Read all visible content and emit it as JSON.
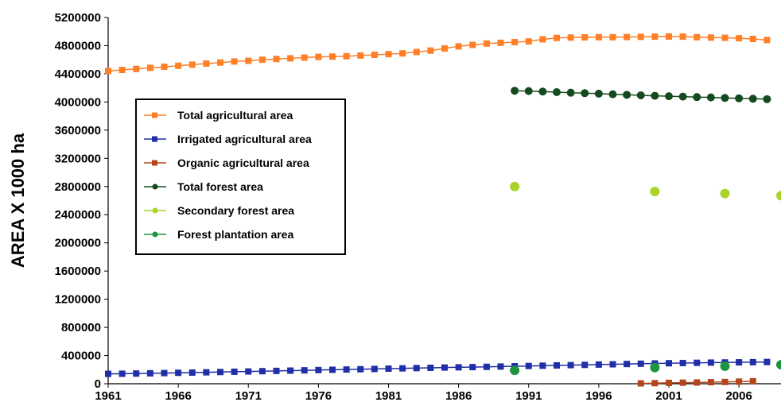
{
  "chart_data": {
    "type": "line",
    "title": "",
    "xlabel": "",
    "ylabel": "AREA X 1000 ha",
    "xlim": [
      1961,
      2009
    ],
    "ylim": [
      0,
      5200000
    ],
    "x_ticks": [
      1961,
      1966,
      1971,
      1976,
      1981,
      1986,
      1991,
      1996,
      2001,
      2006
    ],
    "y_ticks": [
      0,
      400000,
      800000,
      1200000,
      1600000,
      2000000,
      2400000,
      2800000,
      3200000,
      3600000,
      4000000,
      4400000,
      4800000,
      5200000
    ],
    "grid": false,
    "legend_position": "left-middle",
    "series": [
      {
        "name": "Total agricultural area",
        "color": "#FF7F27",
        "marker": "square",
        "line": true,
        "x": [
          1961,
          1962,
          1963,
          1964,
          1965,
          1966,
          1967,
          1968,
          1969,
          1970,
          1971,
          1972,
          1973,
          1974,
          1975,
          1976,
          1977,
          1978,
          1979,
          1980,
          1981,
          1982,
          1983,
          1984,
          1985,
          1986,
          1987,
          1988,
          1989,
          1990,
          1991,
          1992,
          1993,
          1994,
          1995,
          1996,
          1997,
          1998,
          1999,
          2000,
          2001,
          2002,
          2003,
          2004,
          2005,
          2006,
          2007,
          2008
        ],
        "y": [
          4440000,
          4455000,
          4470000,
          4485000,
          4500000,
          4515000,
          4530000,
          4545000,
          4560000,
          4575000,
          4585000,
          4600000,
          4610000,
          4620000,
          4630000,
          4640000,
          4645000,
          4650000,
          4660000,
          4670000,
          4680000,
          4690000,
          4710000,
          4730000,
          4760000,
          4790000,
          4810000,
          4830000,
          4840000,
          4850000,
          4860000,
          4890000,
          4910000,
          4915000,
          4918000,
          4920000,
          4920000,
          4922000,
          4925000,
          4928000,
          4930000,
          4928000,
          4920000,
          4915000,
          4912000,
          4905000,
          4895000,
          4880000
        ]
      },
      {
        "name": "Irrigated agricultural area",
        "color": "#1F2FA8",
        "marker": "square",
        "line": true,
        "x": [
          1961,
          1962,
          1963,
          1964,
          1965,
          1966,
          1967,
          1968,
          1969,
          1970,
          1971,
          1972,
          1973,
          1974,
          1975,
          1976,
          1977,
          1978,
          1979,
          1980,
          1981,
          1982,
          1983,
          1984,
          1985,
          1986,
          1987,
          1988,
          1989,
          1990,
          1991,
          1992,
          1993,
          1994,
          1995,
          1996,
          1997,
          1998,
          1999,
          2000,
          2001,
          2002,
          2003,
          2004,
          2005,
          2006,
          2007,
          2008
        ],
        "y": [
          140000,
          142000,
          145000,
          148000,
          151000,
          155000,
          158000,
          162000,
          166000,
          170000,
          174000,
          178000,
          182000,
          186000,
          190000,
          194000,
          198000,
          202000,
          206000,
          210000,
          214000,
          218000,
          222000,
          226000,
          230000,
          233000,
          236000,
          240000,
          244000,
          248000,
          252000,
          256000,
          260000,
          264000,
          268000,
          272000,
          276000,
          280000,
          284000,
          288000,
          291000,
          294000,
          297000,
          300000,
          302000,
          304000,
          306000,
          308000
        ]
      },
      {
        "name": "Organic agricultural area",
        "color": "#B5461C",
        "marker": "square",
        "line": true,
        "x": [
          1999,
          2000,
          2001,
          2002,
          2003,
          2004,
          2005,
          2006,
          2007
        ],
        "y": [
          5000,
          8000,
          12000,
          15000,
          18000,
          22000,
          25000,
          30000,
          35000
        ]
      },
      {
        "name": "Total forest area",
        "color": "#154A1E",
        "marker": "circle",
        "line": true,
        "x": [
          1990,
          1991,
          1992,
          1993,
          1994,
          1995,
          1996,
          1997,
          1998,
          1999,
          2000,
          2001,
          2002,
          2003,
          2004,
          2005,
          2006,
          2007,
          2008
        ],
        "y": [
          4160000,
          4155000,
          4148000,
          4140000,
          4132000,
          4125000,
          4118000,
          4110000,
          4102000,
          4095000,
          4088000,
          4082000,
          4076000,
          4070000,
          4065000,
          4058000,
          4052000,
          4046000,
          4040000
        ]
      },
      {
        "name": "Secondary forest area",
        "color": "#A8D42A",
        "marker": "circle",
        "line": false,
        "x": [
          1990,
          2000,
          2005,
          2009
        ],
        "y": [
          2800000,
          2730000,
          2700000,
          2670000
        ]
      },
      {
        "name": "Forest plantation area",
        "color": "#1E9340",
        "marker": "circle",
        "line": false,
        "x": [
          1990,
          2000,
          2005,
          2009
        ],
        "y": [
          190000,
          230000,
          250000,
          270000
        ]
      }
    ]
  }
}
